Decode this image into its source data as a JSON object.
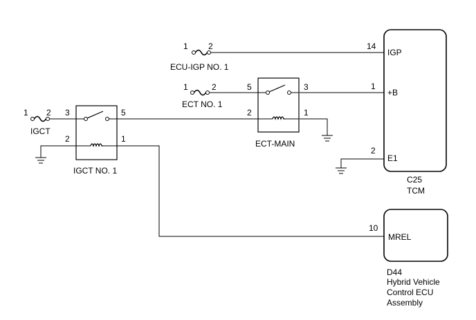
{
  "fuses": {
    "ecu_igp": {
      "name": "ECU-IGP NO. 1",
      "pin_a": "1",
      "pin_b": "2"
    },
    "ect": {
      "name": "ECT NO. 1",
      "pin_a": "1",
      "pin_b": "2"
    },
    "igct": {
      "name": "IGCT",
      "pin_a": "1",
      "pin_b": "2"
    }
  },
  "relays": {
    "ect_main": {
      "name": "ECT-MAIN",
      "pin_tl": "5",
      "pin_tr": "3",
      "pin_bl": "2",
      "pin_br": "1"
    },
    "igct_no1": {
      "name": "IGCT NO. 1",
      "pin_tl": "3",
      "pin_tr": "5",
      "pin_bl": "2",
      "pin_br": "1"
    }
  },
  "tcm": {
    "code": "C25",
    "name": "TCM",
    "terminals": [
      {
        "pin": "14",
        "label": "IGP"
      },
      {
        "pin": "1",
        "label": "+B"
      },
      {
        "pin": "2",
        "label": "E1"
      }
    ]
  },
  "hv_ecu": {
    "code": "D44",
    "name_lines": [
      "Hybrid Vehicle",
      "Control ECU",
      "Assembly"
    ],
    "terminal": {
      "pin": "10",
      "label": "MREL"
    }
  }
}
